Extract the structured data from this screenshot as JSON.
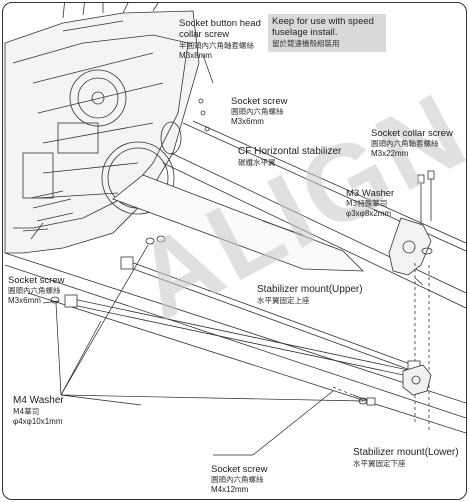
{
  "watermark": "ALIGN",
  "note": {
    "line1": "Keep for use with speed",
    "line2": "fuselage install.",
    "line3": "留於競速機殼組裝用"
  },
  "labels": {
    "button_head_screw": {
      "en1": "Socket button head",
      "en2": "collar screw",
      "zh": "半圓頭內六角軸套螺絲",
      "size": "M3x8mm"
    },
    "socket_screw_top": {
      "en": "Socket screw",
      "zh": "圓頭內六角螺絲",
      "size": "M3x6mm"
    },
    "socket_collar_screw": {
      "en": "Socket collar screw",
      "zh": "圓頭內六角軸套螺絲",
      "size": "M3x22mm"
    },
    "cf_stabilizer": {
      "en": "CF Horizontal stabilizer",
      "zh": "碳纖水平翼"
    },
    "m3_washer": {
      "en": "M3 Washer",
      "zh": "M3特殊華司",
      "size": "φ3xφ8x2mm"
    },
    "socket_screw_left": {
      "en": "Socket screw",
      "zh": "圓頭內六角螺絲",
      "size": "M3x6mm"
    },
    "mount_upper": {
      "en": "Stabilizer mount(Upper)",
      "zh": "水平翼固定上座"
    },
    "m4_washer": {
      "en": "M4 Washer",
      "zh": "M4華司",
      "size": "φ4xφ10x1mm"
    },
    "mount_lower": {
      "en": "Stabilizer mount(Lower)",
      "zh": "水平翼固定下座"
    },
    "socket_screw_bottom": {
      "en": "Socket screw",
      "zh": "圓頭內六角螺絲",
      "size": "M4x12mm"
    }
  },
  "colors": {
    "line": "#333333",
    "note_bg": "#d9d9d9",
    "watermark": "#c8c8c8"
  }
}
